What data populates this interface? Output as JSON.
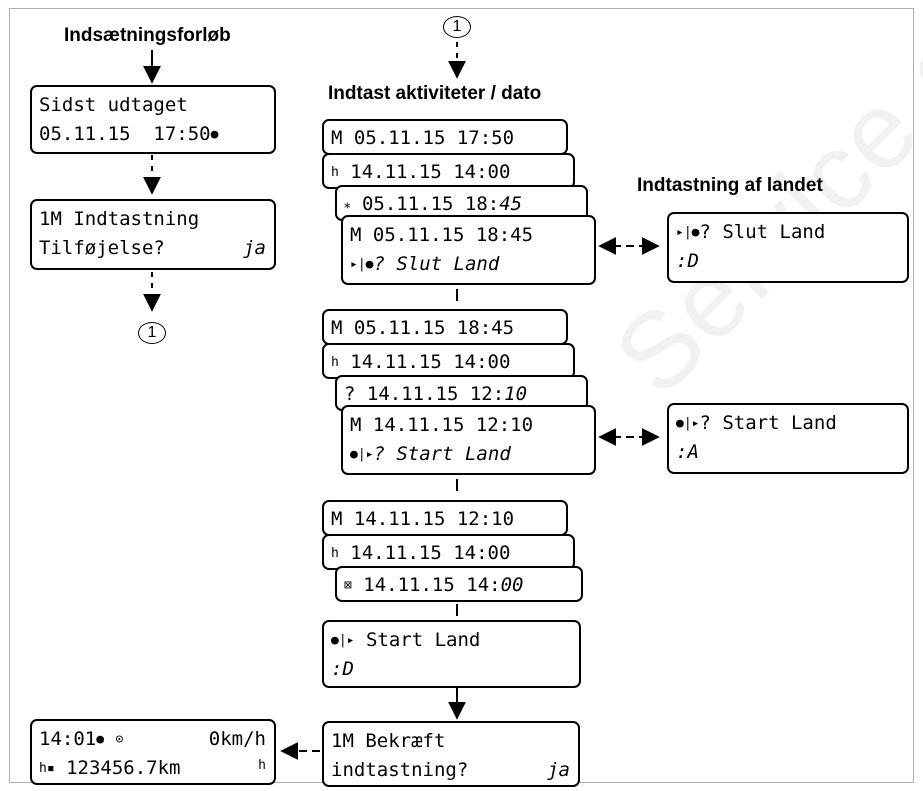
{
  "watermark": "Service only",
  "left_column": {
    "heading": "Indsætningsforløb",
    "display1": {
      "line1": "Sidst udtaget",
      "line2": "05.11.15  17:50",
      "line2_symbol": "●"
    },
    "display2": {
      "line1": "1M Indtastning",
      "line2": "Tilføjelse?",
      "line2_right": "ja"
    },
    "connector": "1"
  },
  "center_column": {
    "connector": "1",
    "heading": "Indtast aktiviteter / dato",
    "group1": {
      "a_line1": "M 05.11.15 17:50",
      "b_line1": "14.11.15 14:00",
      "b_symbol": "h",
      "c_line1": "05.11.15 18:",
      "c_line1_italic": "45",
      "c_symbol": "⁎",
      "d_line1": "M 05.11.15 18:45",
      "d_line2": "? Slut Land",
      "d_symbol": "▸|●"
    },
    "group2": {
      "a_line1": "M 05.11.15 18:45",
      "b_line1": "14.11.15 14:00",
      "b_symbol": "h",
      "c_line1": "? 14.11.15 12:",
      "c_line1_italic": "10",
      "d_line1": "M 14.11.15 12:10",
      "d_line2": "? Start Land",
      "d_symbol": "●|▸"
    },
    "group3": {
      "a_line1": "M 14.11.15 12:10",
      "b_line1": "14.11.15 14:00",
      "b_symbol": "h",
      "c_line1": "14.11.15 14:",
      "c_line1_italic": "00",
      "c_symbol": "⊠"
    },
    "display_start": {
      "line1": "Start Land",
      "symbol": "●|▸",
      "line2": ":D"
    },
    "display_confirm": {
      "line1": "1M Bekræft",
      "line2": "indtastning?",
      "line2_right": "ja"
    }
  },
  "right_column": {
    "heading": "Indtastning af landet",
    "display1": {
      "line1": "? Slut Land",
      "symbol": "▸|●",
      "line2": ":D"
    },
    "display2": {
      "line1": "? Start Land",
      "symbol": "●|▸",
      "line2": ":A"
    }
  },
  "bottom_left": {
    "line1": "14:01",
    "line1_symbol": "●",
    "line1_clock": "⊙",
    "line1_right": "0km/h",
    "line2_symbol": "h▪",
    "line2": "123456.7km",
    "line2_right": "h"
  }
}
